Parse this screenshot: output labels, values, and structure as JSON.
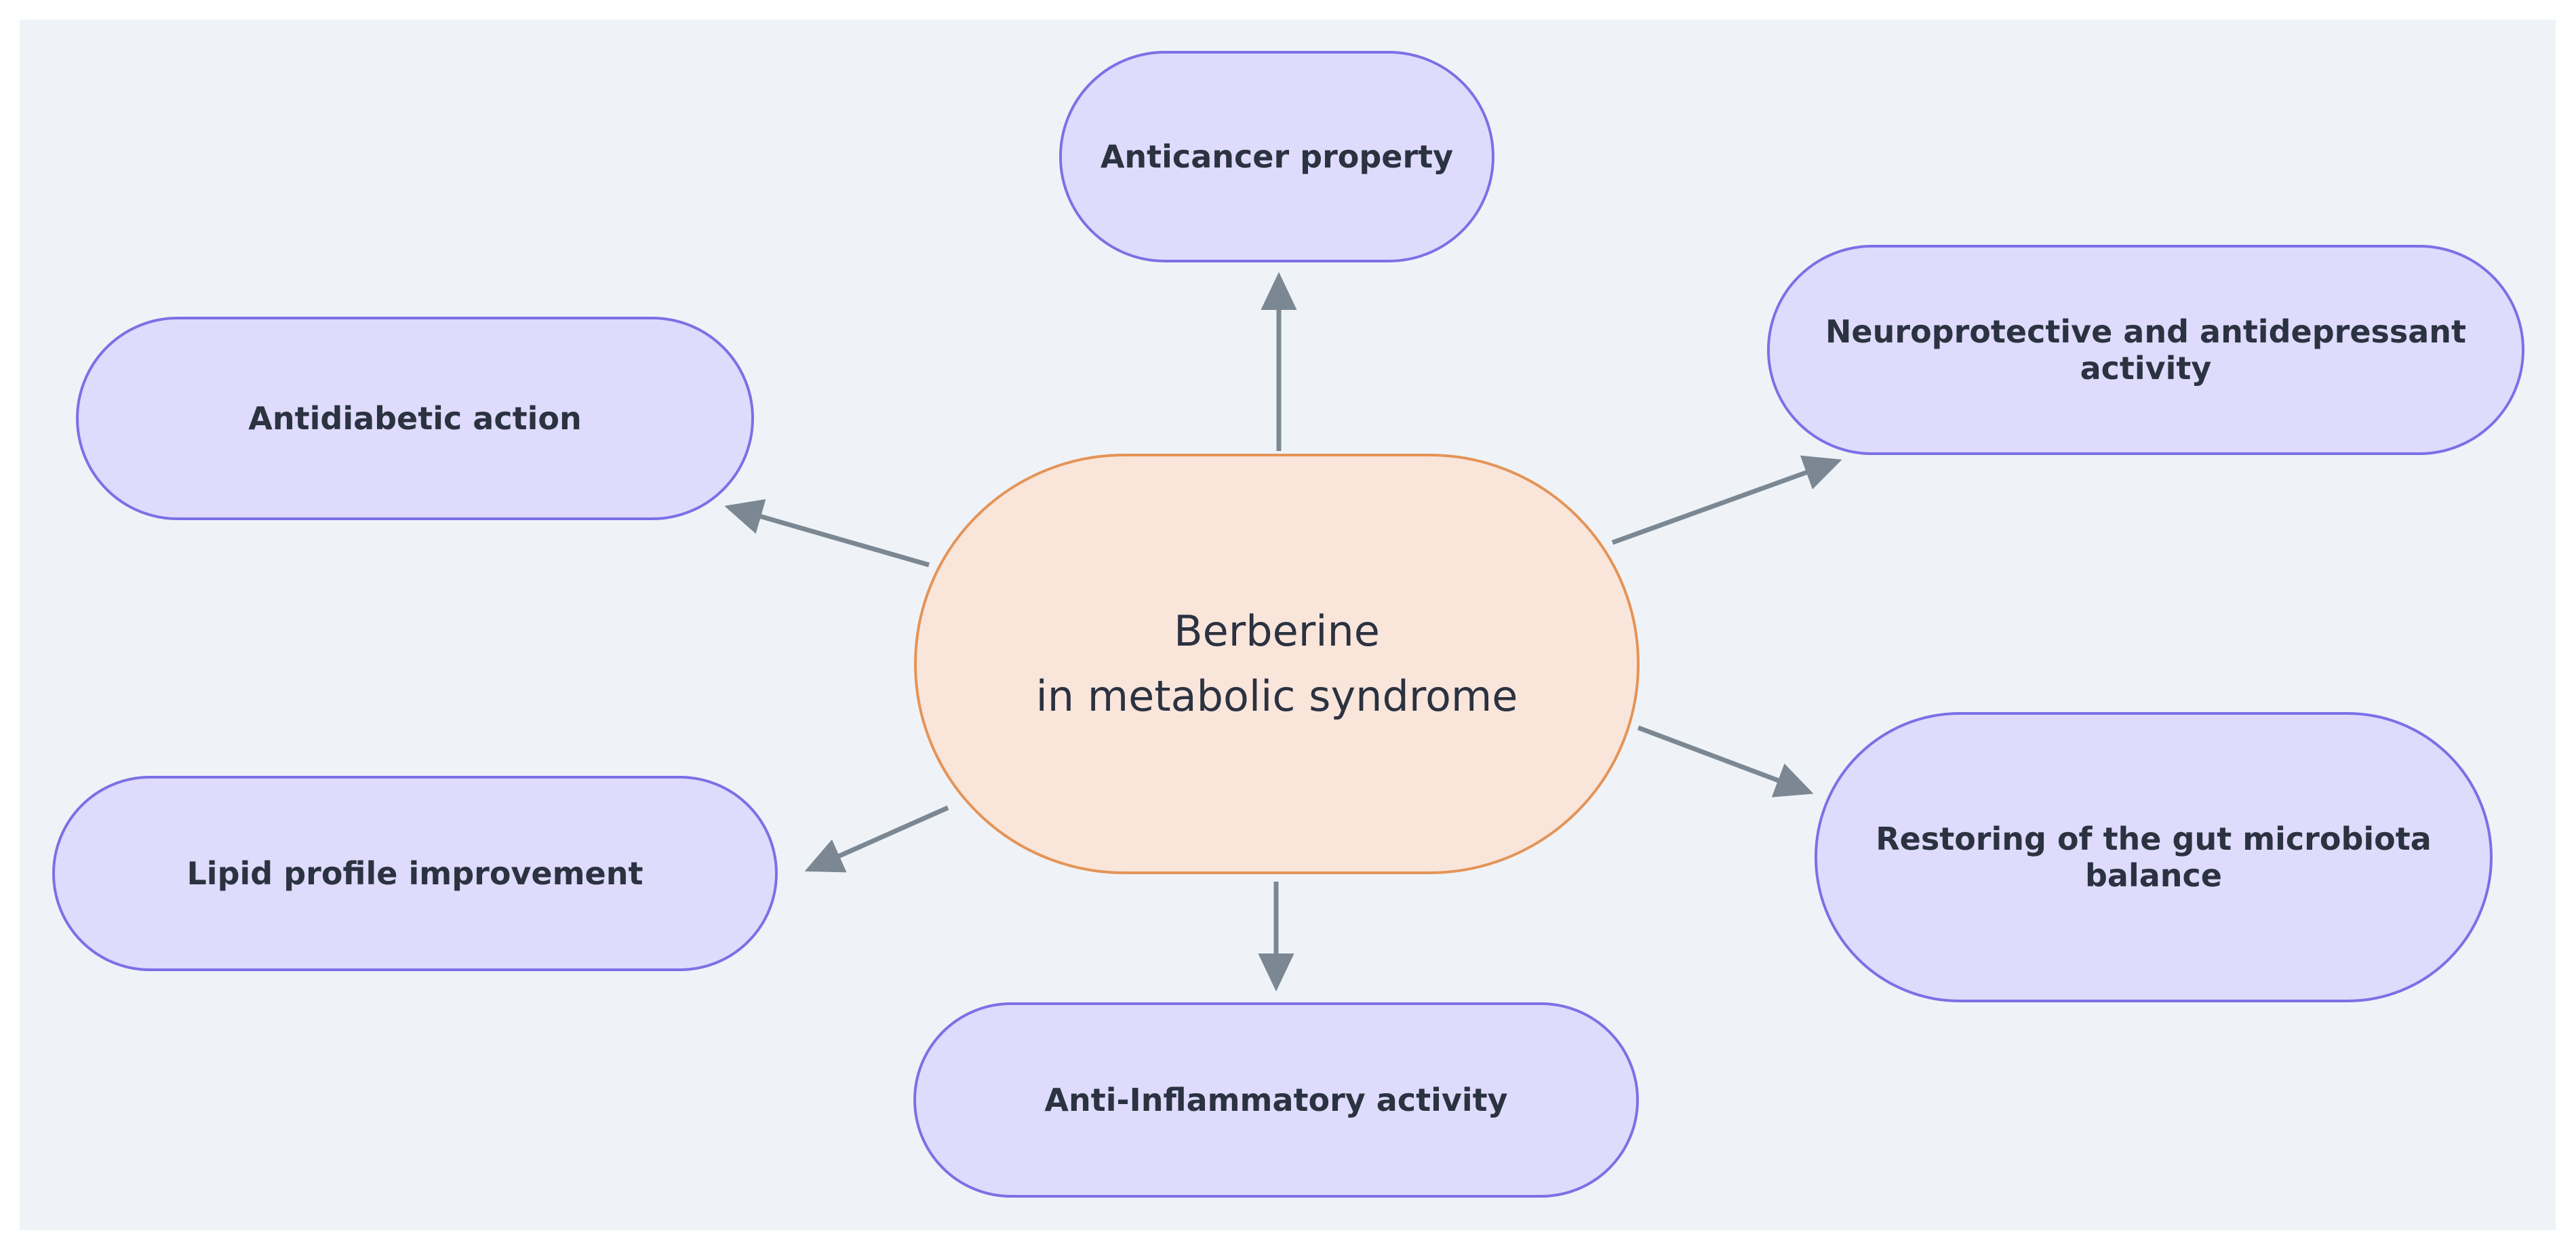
{
  "center": {
    "line1": "Berberine",
    "line2": "in metabolic syndrome"
  },
  "nodes": {
    "anticancer": "Anticancer property",
    "neuroprotective": "Neuroprotective and antidepressant activity",
    "antidiabetic": "Antidiabetic action",
    "gut": "Restoring of the gut microbiota balance",
    "lipid": "Lipid profile improvement",
    "inflammatory": "Anti-Inflammatory activity"
  },
  "colors": {
    "leaf_fill": "#dedbfc",
    "leaf_border": "#7c70e6",
    "center_fill": "#fae5db",
    "center_border": "#e49457",
    "arrow": "#7b8894",
    "background": "#eff3f7"
  }
}
